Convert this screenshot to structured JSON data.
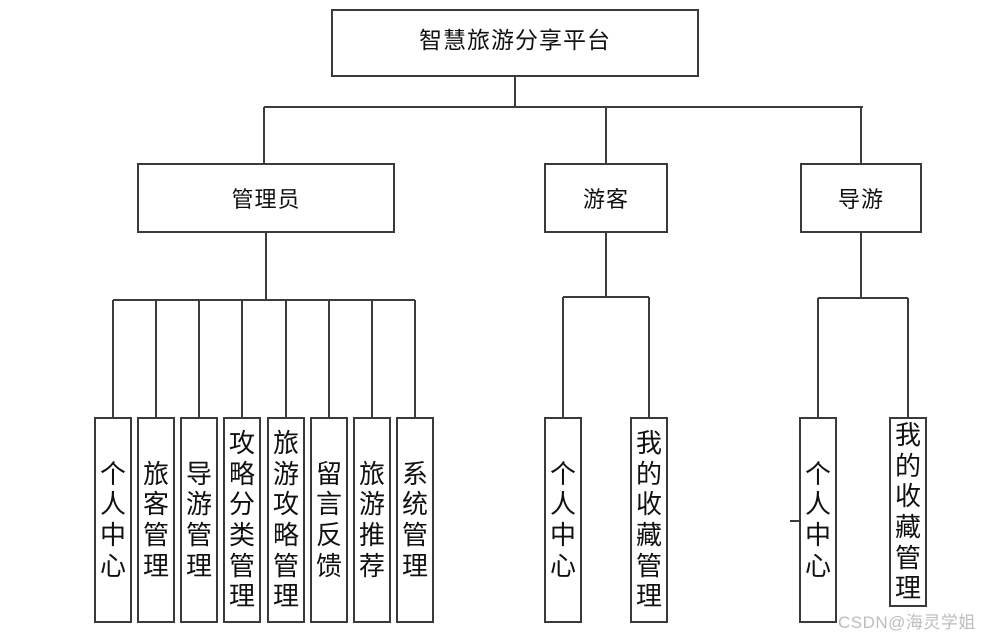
{
  "diagram": {
    "title": "智慧旅游分享平台",
    "root": {
      "label": "智慧旅游分享平台"
    },
    "branches": [
      {
        "label": "管理员",
        "children": [
          "个人中心",
          "旅客管理",
          "导游管理",
          "攻略分类管理",
          "旅游攻略管理",
          "留言反馈",
          "旅游推荐",
          "系统管理"
        ]
      },
      {
        "label": "游客",
        "children": [
          "个人中心",
          "我的收藏管理"
        ]
      },
      {
        "label": "导游",
        "children": [
          "个人中心",
          "我的收藏管理"
        ]
      }
    ]
  },
  "watermark": {
    "text": "CSDN@海灵学姐"
  },
  "colors": {
    "background": "#ffffff",
    "box_border": "#3a3a3a",
    "connector_line": "#3c3c3c",
    "text": "#111111",
    "watermark_text": "#bdbdbd"
  }
}
